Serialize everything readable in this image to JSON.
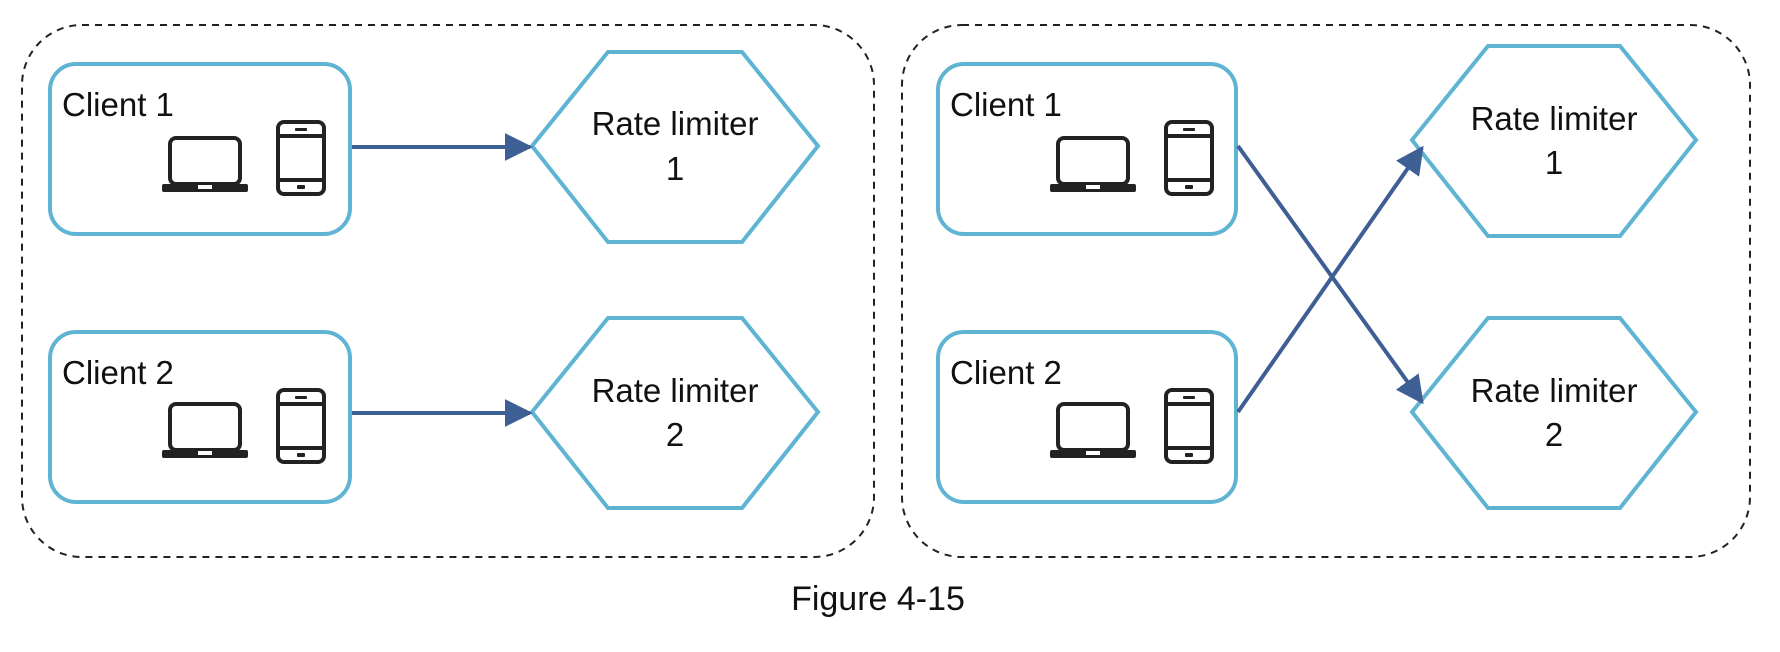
{
  "caption": "Figure 4-15",
  "colors": {
    "box_stroke": "#5fb3d3",
    "arrow": "#3d5f94",
    "dashed_border": "#222222",
    "device": "#222222"
  },
  "panels": [
    {
      "clients": [
        {
          "label": "Client 1",
          "devices": [
            "laptop-icon",
            "phone-icon"
          ]
        },
        {
          "label": "Client 2",
          "devices": [
            "laptop-icon",
            "phone-icon"
          ]
        }
      ],
      "limiters": [
        {
          "line1": "Rate limiter",
          "line2": "1"
        },
        {
          "line1": "Rate limiter",
          "line2": "2"
        }
      ],
      "connections": [
        {
          "from": "Client 1",
          "to": "Rate limiter 1"
        },
        {
          "from": "Client 2",
          "to": "Rate limiter 2"
        }
      ]
    },
    {
      "clients": [
        {
          "label": "Client 1",
          "devices": [
            "laptop-icon",
            "phone-icon"
          ]
        },
        {
          "label": "Client 2",
          "devices": [
            "laptop-icon",
            "phone-icon"
          ]
        }
      ],
      "limiters": [
        {
          "line1": "Rate limiter",
          "line2": "1"
        },
        {
          "line1": "Rate limiter",
          "line2": "2"
        }
      ],
      "connections": [
        {
          "from": "Client 1",
          "to": "Rate limiter 2"
        },
        {
          "from": "Client 2",
          "to": "Rate limiter 1"
        }
      ]
    }
  ]
}
